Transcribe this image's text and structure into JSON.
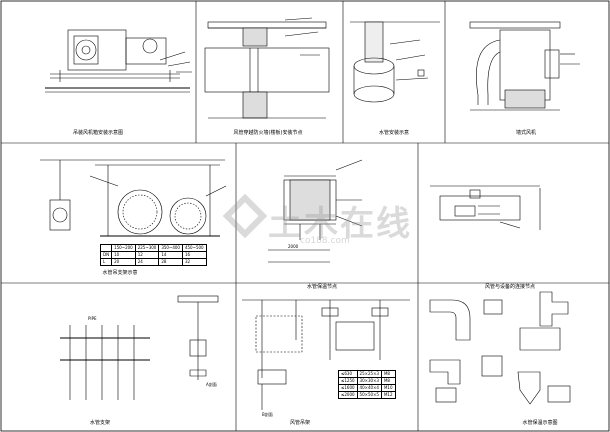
{
  "captions": {
    "p1": "吊装风机箱安装示意图",
    "p2": "风管穿越防火墙(楼板)安装节点",
    "p3": "水管安装示意",
    "p4": "墙式风机",
    "p5": "水管吊支架示意",
    "p6": "水管保温节点",
    "p7": "风管与设备的连接节点",
    "p8": "水管支架",
    "p9": "风管吊架",
    "p10": "水管保温示意图"
  },
  "labels": {
    "pipe": "PIPE",
    "a_section": "A剖面",
    "b_section": "B剖面",
    "mini": "2000"
  },
  "pipe_table": {
    "header": [
      "",
      "150~200",
      "225~300",
      "350~400",
      "450~500"
    ],
    "row1": [
      "DN",
      "10",
      "12",
      "14",
      "16"
    ],
    "row2": [
      "L",
      "20",
      "24",
      "28",
      "32"
    ]
  },
  "hanger_table": {
    "rows": [
      [
        "≤630",
        "25×25×3",
        "M8"
      ],
      [
        "≤1250",
        "30×30×3",
        "M8"
      ],
      [
        "≤1600",
        "40×40×4",
        "M10"
      ],
      [
        "≤2000",
        "50×50×5",
        "M12"
      ]
    ]
  },
  "watermark": {
    "logo": "土木在线",
    "site": "co188.com"
  }
}
